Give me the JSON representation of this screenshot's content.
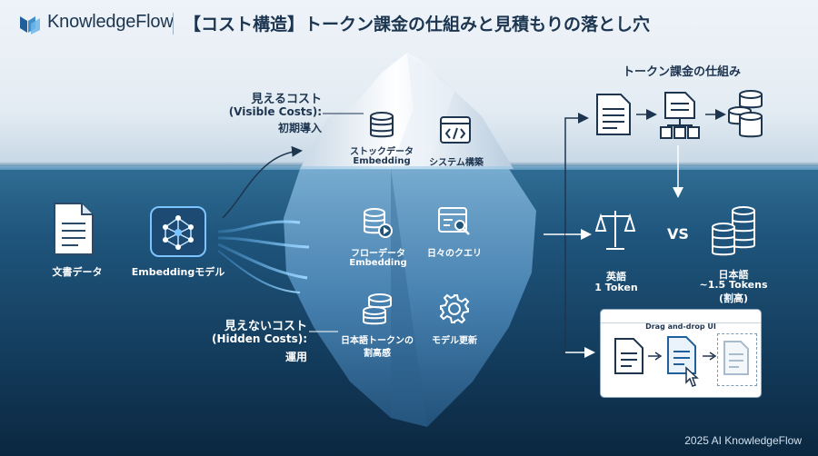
{
  "header": {
    "brand": "KnowledgeFlow",
    "title": "【コスト構造】トークン課金の仕組みと見積もりの落とし穴"
  },
  "visible_costs": {
    "heading": "見えるコスト",
    "subheading": "(Visible Costs):",
    "caption": "初期導入",
    "items": [
      {
        "label": "ストックデータ",
        "sublabel": "Embedding",
        "icon": "database-icon"
      },
      {
        "label": "システム構築",
        "icon": "code-window-icon"
      }
    ]
  },
  "hidden_costs": {
    "heading": "見えないコスト",
    "subheading": "(Hidden Costs):",
    "caption": "運用",
    "items": [
      {
        "label": "フローデータ",
        "sublabel": "Embedding",
        "icon": "database-play-icon"
      },
      {
        "label": "日々のクエリ",
        "icon": "search-window-icon"
      },
      {
        "label": "日本語トークンの",
        "sublabel": "割高感",
        "icon": "coins-stack-icon"
      },
      {
        "label": "モデル更新",
        "icon": "gear-icon"
      }
    ]
  },
  "flow": {
    "document_label": "文書データ",
    "model_label": "Embeddingモデル"
  },
  "token_billing": {
    "title": "トークン課金の仕組み",
    "english": {
      "label": "英語",
      "tokens": "1 Token"
    },
    "vs": "VS",
    "japanese": {
      "label": "日本語",
      "tokens": "~1.5 Tokens",
      "note": "(割高)"
    },
    "ui_card_title": "Drag and-drop UI"
  },
  "footer": {
    "copyright": "2025 AI KnowledgeFlow"
  },
  "colors": {
    "accent": "#1f5f9a",
    "ink": "#1e3550",
    "ocean": "#1f557c"
  }
}
